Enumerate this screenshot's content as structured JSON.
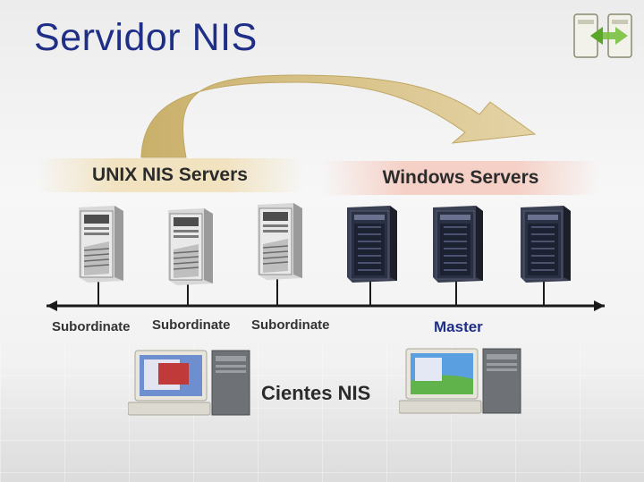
{
  "title": "Servidor NIS",
  "groups": {
    "unix": "UNIX NIS Servers",
    "windows": "Windows Servers"
  },
  "server_labels": {
    "subordinate_1": "Subordinate",
    "subordinate_2": "Subordinate",
    "subordinate_3": "Subordinate",
    "master": "Master"
  },
  "clients_label": "Cientes NIS",
  "colors": {
    "title": "#1f2e86",
    "arrow": "#cdb77a",
    "unix_band": "#f1e2c0",
    "windows_band": "#f5d0c6",
    "network_line": "#1a1a1a"
  }
}
